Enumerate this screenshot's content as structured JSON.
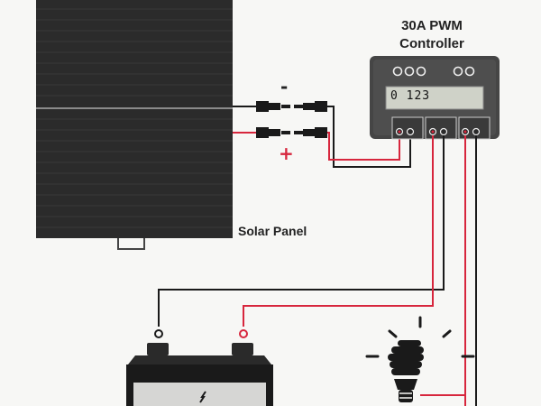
{
  "controller": {
    "title_line1": "30A PWM",
    "title_line2": "Controller",
    "display": "0 123"
  },
  "solar_panel": {
    "label": "Solar Panel"
  },
  "connector": {
    "minus": "-",
    "plus": "+"
  },
  "colors": {
    "positive_wire": "#d7263d",
    "negative_wire": "#1a1a1a",
    "panel": "#2b2b2b",
    "controller_body": "#454545",
    "lcd": "#cfd2c8"
  },
  "icons": [
    "solar-panel-icon",
    "mc4-connector-icon",
    "charge-controller-icon",
    "battery-icon",
    "light-bulb-icon"
  ]
}
